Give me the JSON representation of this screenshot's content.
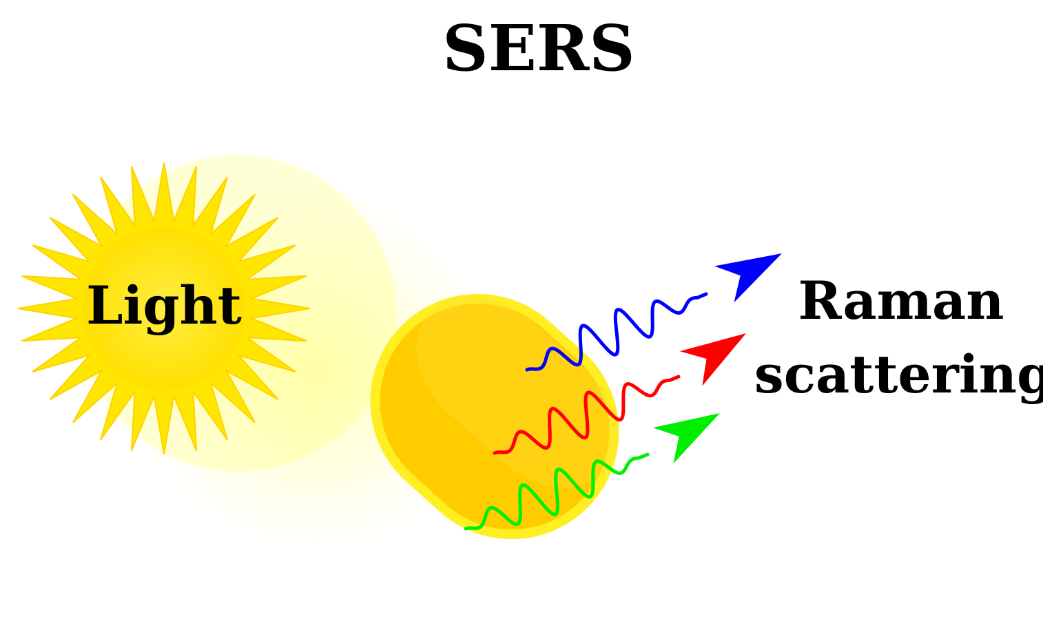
{
  "title": "SERS",
  "light_label": "Light",
  "raman_label_line1": "Raman",
  "raman_label_line2": "scattering",
  "colors": {
    "sun": "#ffe600",
    "particle_fill": "#ffcc00",
    "particle_edge": "#ffee22",
    "wave_blue": "#0000ff",
    "wave_red": "#ff0000",
    "wave_green": "#00ee00"
  },
  "waves": [
    {
      "name": "blue",
      "color": "#0000ff"
    },
    {
      "name": "red",
      "color": "#ff0000"
    },
    {
      "name": "green",
      "color": "#00ee00"
    }
  ]
}
